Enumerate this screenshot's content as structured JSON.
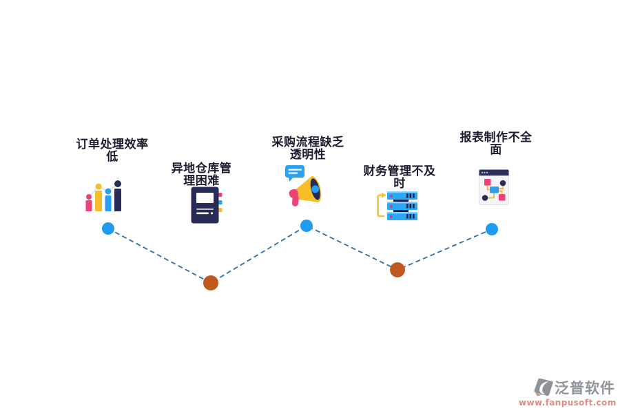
{
  "diagram": {
    "items": [
      {
        "label_line1": "订单处理效率",
        "label_line2": "低",
        "icon": "bar-chart-icon",
        "node_color": "#1e9cf0"
      },
      {
        "label_line1": "异地仓库管",
        "label_line2": "理困难",
        "icon": "notebook-icon",
        "node_color": "#c0591f"
      },
      {
        "label_line1": "采购流程缺乏",
        "label_line2": "透明性",
        "icon": "megaphone-icon",
        "node_color": "#1e9cf0"
      },
      {
        "label_line1": "财务管理不及",
        "label_line2": "时",
        "icon": "server-stack-icon",
        "node_color": "#c0591f"
      },
      {
        "label_line1": "报表制作不全",
        "label_line2": "面",
        "icon": "flowchart-window-icon",
        "node_color": "#1e9cf0"
      }
    ],
    "connector": {
      "style": "dashed",
      "color": "#2d6ca8"
    }
  },
  "watermark": {
    "brand": "泛普软件",
    "url": "www.fanpusoft.com"
  },
  "colors": {
    "node_blue": "#1e9cf0",
    "node_orange": "#c0591f",
    "icon_pink": "#ee4277",
    "icon_yellow": "#f6be29",
    "icon_blue": "#2aa0f2",
    "icon_navy": "#272b56",
    "label_text": "#1c1c30",
    "watermark_gray": "#8f939c",
    "watermark_red": "#dd8e86"
  }
}
